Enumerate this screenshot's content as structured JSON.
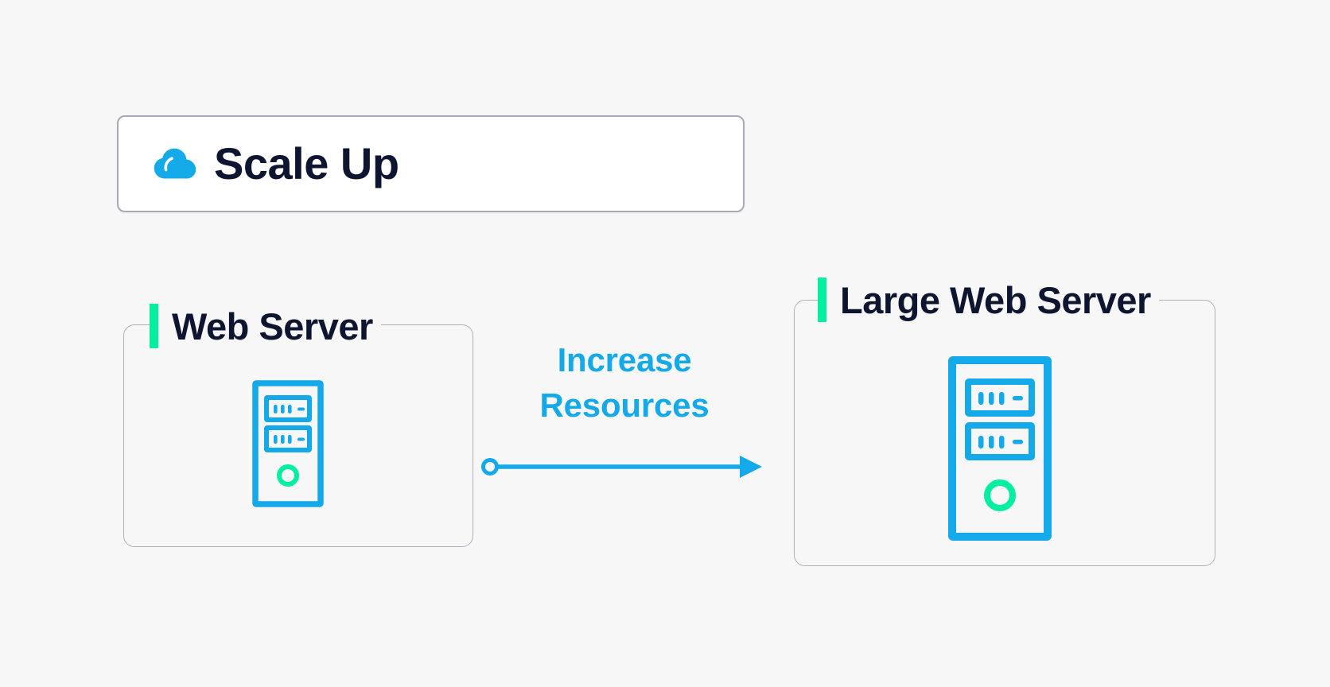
{
  "page": {
    "background_color": "#f7f7f8",
    "title_text_color": "#0d1530",
    "accent_green": "#00efa1",
    "accent_blue": "#14a9e8",
    "box_border_color": "#b0afbd"
  },
  "header_card": {
    "title": "Scale Up",
    "icon": "cloud-icon",
    "icon_color": "#14a9e8",
    "background_color": "#ffffff",
    "border_color": "#aaa9b8"
  },
  "groups": [
    {
      "id": "web-server",
      "title": "Web Server",
      "accent_color": "#00efa1",
      "node": {
        "icon": "server-tower-icon",
        "icon_color": "#14a9e8",
        "status_light_color": "#00efa1",
        "bays": 2,
        "bay_slots": 3
      }
    },
    {
      "id": "large-web-server",
      "title": "Large Web Server",
      "accent_color": "#00efa1",
      "node": {
        "icon": "server-tower-icon",
        "icon_color": "#14a9e8",
        "status_light_color": "#00efa1",
        "bays": 2,
        "bay_slots": 3
      }
    }
  ],
  "connector": {
    "label_line_1": "Increase",
    "label_line_2": "Resources",
    "color": "#14a9e8",
    "start_marker": "circle-outline",
    "end_marker": "arrow-head",
    "direction": "left-to-right"
  }
}
